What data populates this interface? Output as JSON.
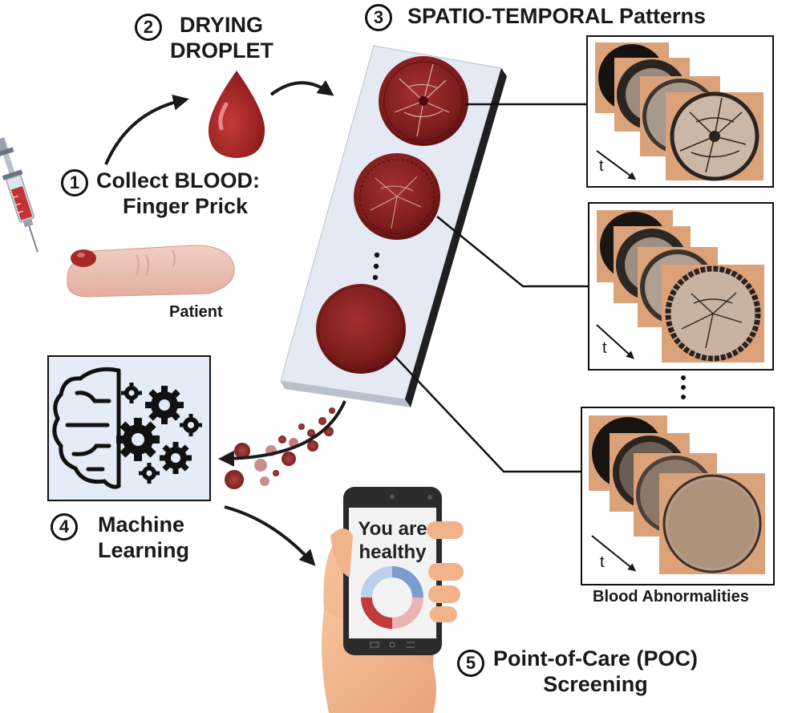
{
  "steps": {
    "step1": {
      "number": "1",
      "line1": "Collect BLOOD:",
      "line2": "Finger Prick"
    },
    "step2": {
      "number": "2",
      "line1": "DRYING",
      "line2": "DROPLET"
    },
    "step3": {
      "number": "3",
      "title": "SPATIO-TEMPORAL Patterns"
    },
    "step4": {
      "number": "4",
      "line1": "Machine",
      "line2": "Learning"
    },
    "step5": {
      "number": "5",
      "line1": "Point-of-Care (POC)",
      "line2": "Screening"
    }
  },
  "patient_label": "Patient",
  "pattern_panels": {
    "time_label": "t",
    "abnormalities_label": "Blood Abnormalities"
  },
  "phone": {
    "message_line1": "You are",
    "message_line2": "healthy",
    "donut_segments": [
      {
        "name": "blue",
        "color": "#7c9ccf"
      },
      {
        "name": "light-blue",
        "color": "#bcd0ea"
      },
      {
        "name": "red",
        "color": "#c23a3a"
      },
      {
        "name": "light-red",
        "color": "#e8b4b4"
      }
    ]
  },
  "colors": {
    "blood_dark": "#7a1a1a",
    "blood_mid": "#9b2424",
    "slide": "#e3e8f2",
    "panel_bg": "#dba27a",
    "ml_bg": "#e3ecf7"
  }
}
